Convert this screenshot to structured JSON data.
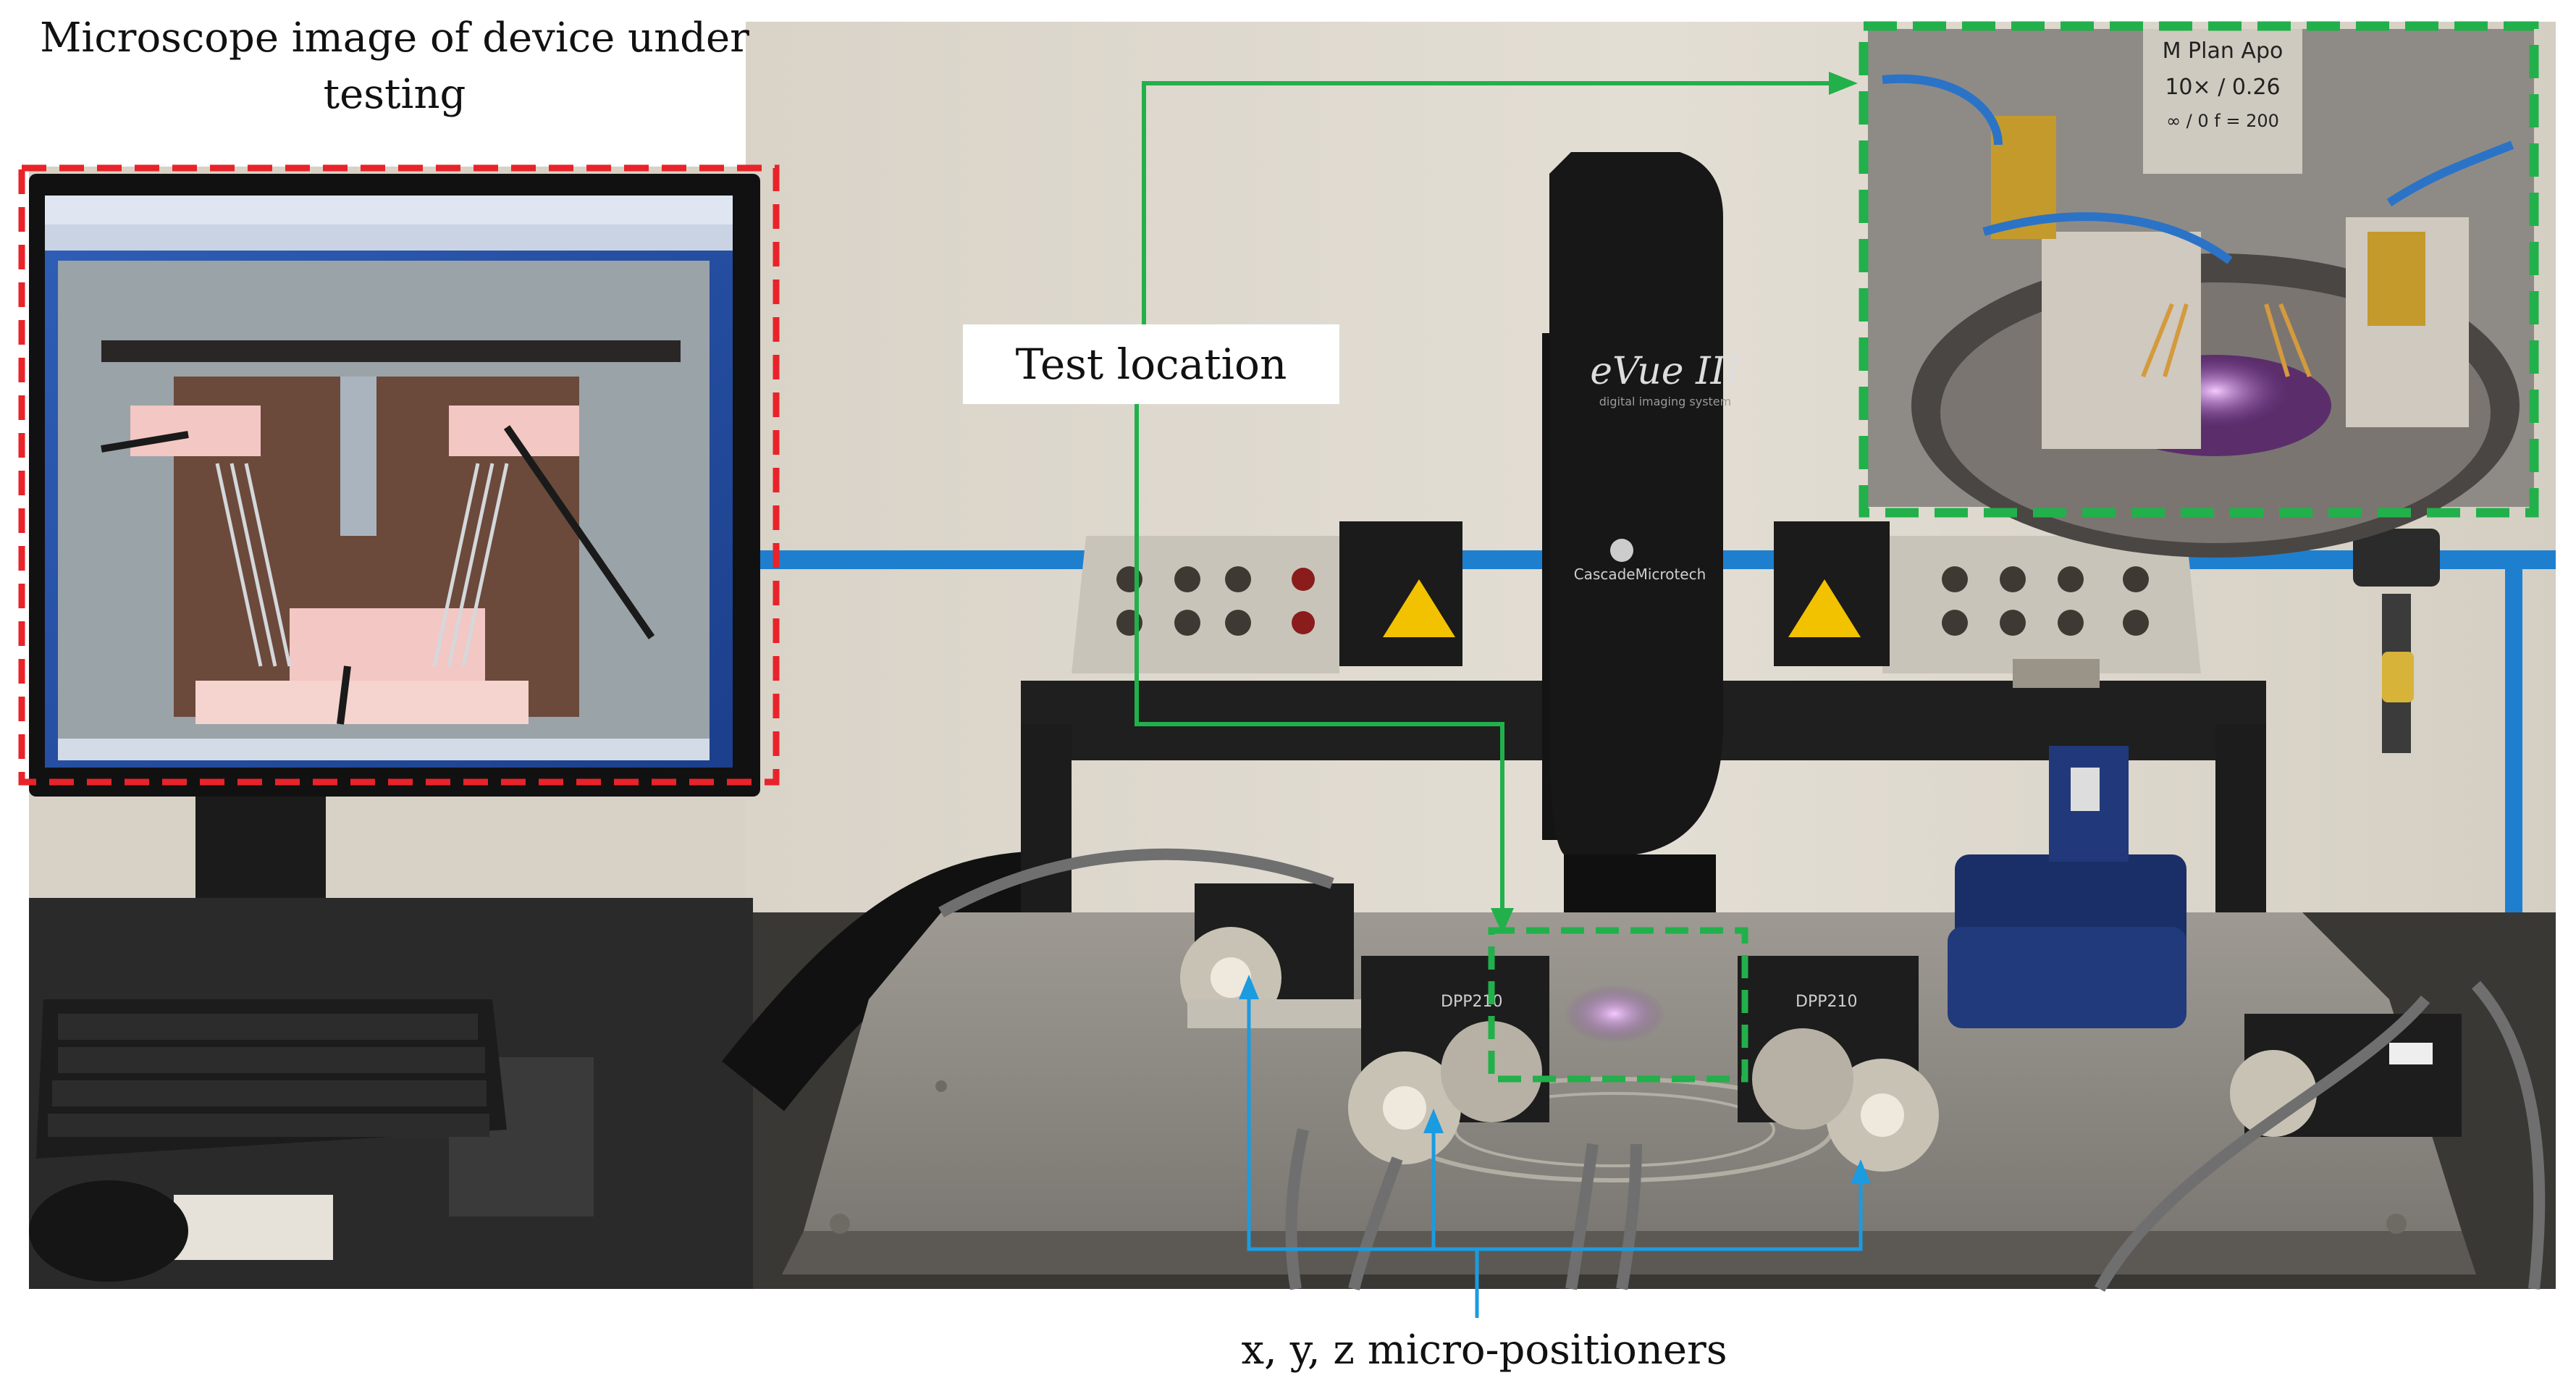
{
  "labels": {
    "microscope_caption": "Microscope image of device under testing",
    "test_location": "Test location",
    "positioners": "x, y, z micro-positioners"
  },
  "equipment_text": {
    "microscope_brand": "eVue III",
    "microscope_sub": "digital imaging system",
    "manufacturer": "CascadeMicrotech",
    "objective_line1": "M Plan Apo",
    "objective_line2": "10× / 0.26",
    "objective_line3": "∞ / 0   f = 200",
    "positioner_model": "DPP210"
  },
  "colors": {
    "red_dashed": "#e8232a",
    "green_dashed": "#22b04b",
    "green_arrow": "#22b04b",
    "blue_arrow": "#1b9be0"
  }
}
